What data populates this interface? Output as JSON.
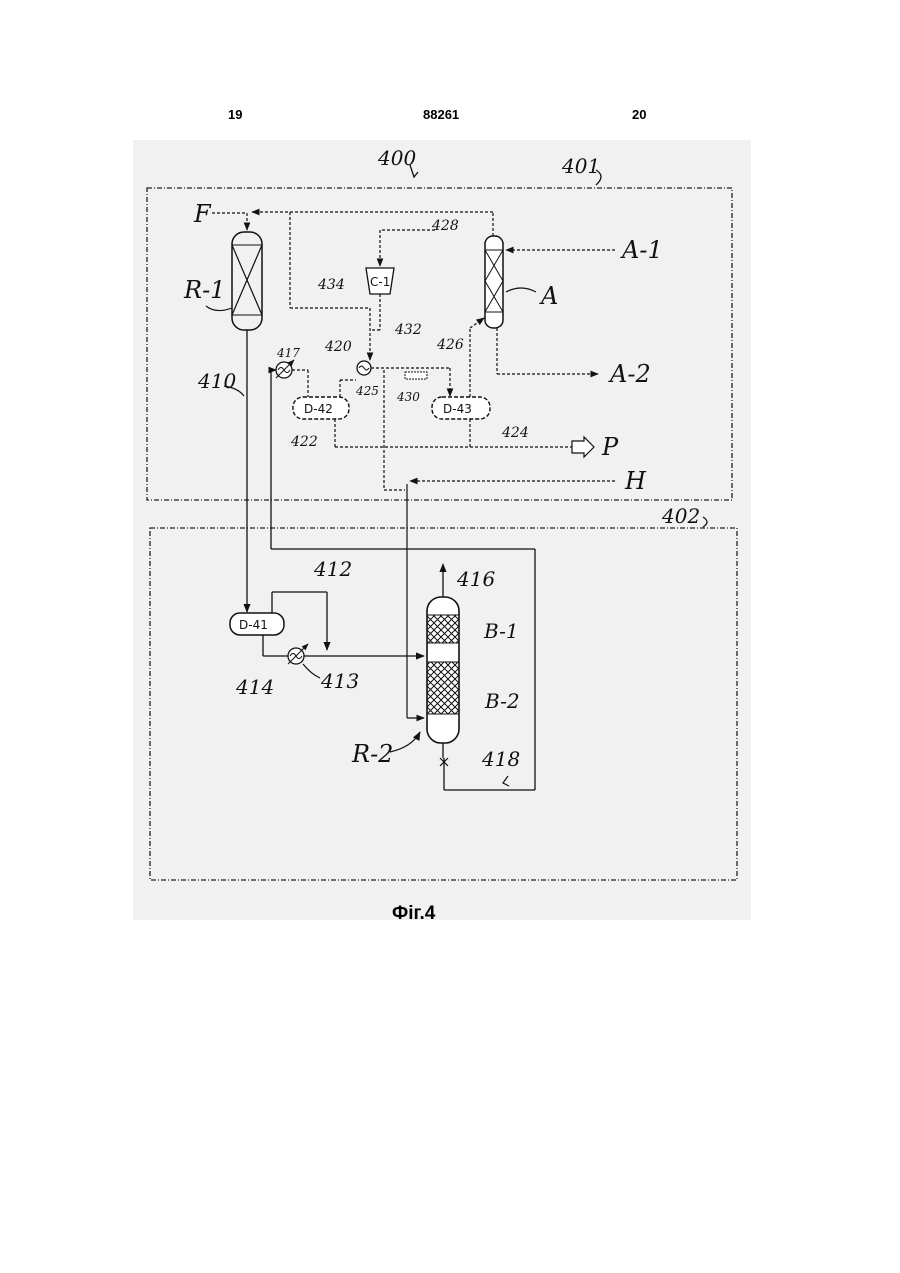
{
  "header": {
    "page_left": "19",
    "patent_id": "88261",
    "page_right": "20"
  },
  "figure": {
    "system_label": "400",
    "zone_top_label": "401",
    "zone_bottom_label": "402",
    "caption": "Фіг.4"
  },
  "labels": {
    "F": "F",
    "R1": "R-1",
    "C1": "C-1",
    "A": "A",
    "A1": "A-1",
    "A2": "A-2",
    "P": "P",
    "H": "H",
    "R2": "R-2",
    "B1": "B-1",
    "B2": "B-2",
    "D41": "D-41",
    "D42": "D-42",
    "D43": "D-43",
    "s410": "410",
    "s412": "412",
    "s413": "413",
    "s414": "414",
    "s416": "416",
    "s417": "417",
    "s418": "418",
    "s420": "420",
    "s422": "422",
    "s424": "424",
    "s425": "425",
    "s426": "426",
    "s428": "428",
    "s430": "430",
    "s432": "432",
    "s434": "434"
  }
}
